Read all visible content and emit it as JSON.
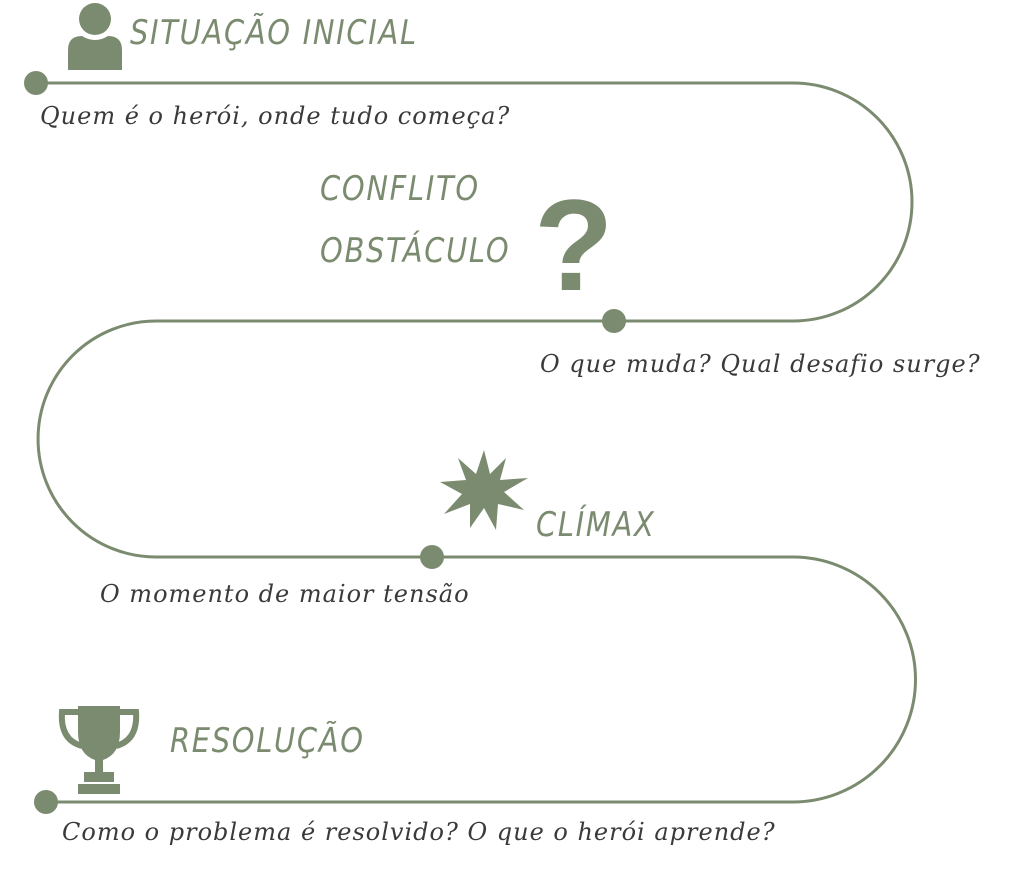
{
  "colors": {
    "accent": "#7b8b6f",
    "text": "#3a3a3a"
  },
  "stages": [
    {
      "title": "SITUAÇÃO INICIAL",
      "description": "Quem é o herói, onde tudo começa?",
      "icon": "person-icon"
    },
    {
      "title": "CONFLITO",
      "title2": "OBSTÁCULO",
      "description": "O que muda? Qual desafio surge?",
      "icon": "question-mark-icon"
    },
    {
      "title": "CLÍMAX",
      "description": "O momento de maior tensão",
      "icon": "burst-icon"
    },
    {
      "title": "RESOLUÇÃO",
      "description": "Como o problema é resolvido? O que o herói aprende?",
      "icon": "trophy-icon"
    }
  ]
}
